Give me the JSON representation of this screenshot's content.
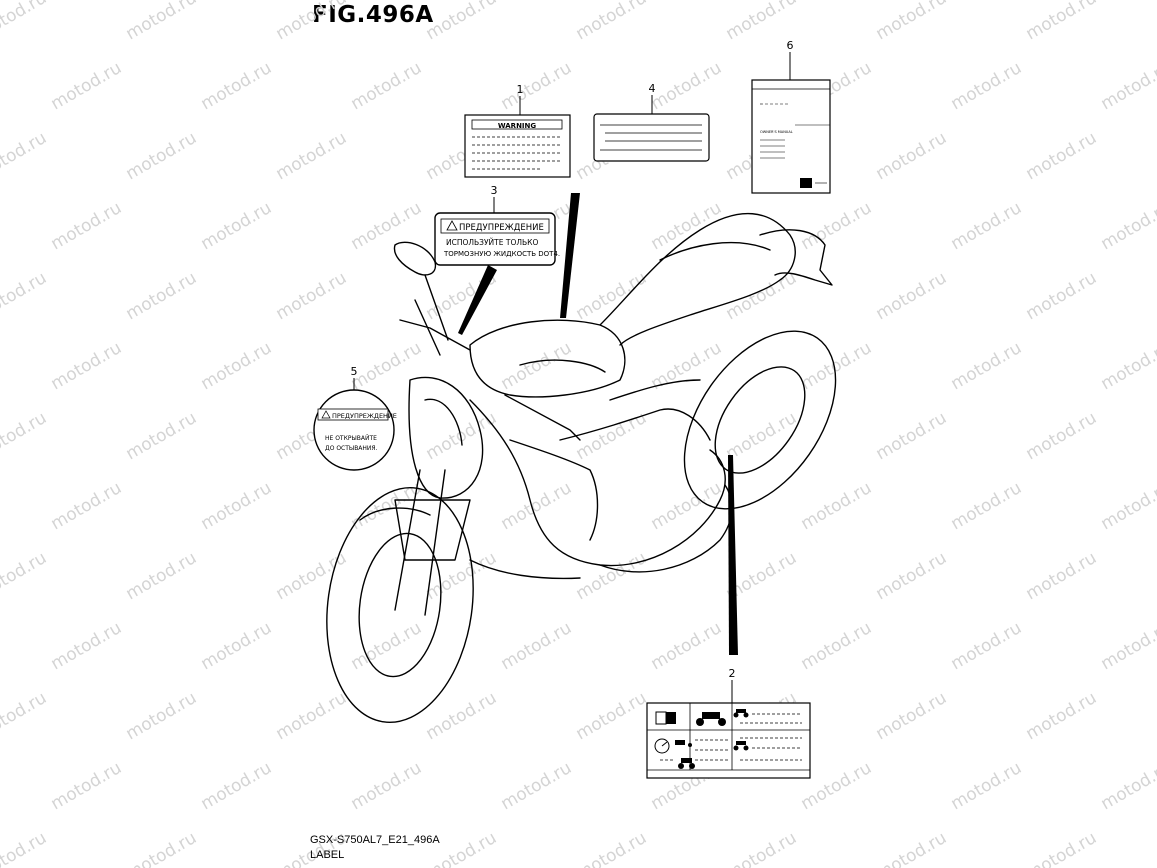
{
  "figure": {
    "title": "FIG.496A",
    "code": "GSX-S750AL7_E21_496A",
    "name": "LABEL"
  },
  "watermark": "motod.ru",
  "callouts": [
    {
      "number": "1",
      "part": "warning-label"
    },
    {
      "number": "2",
      "part": "tire-info-label"
    },
    {
      "number": "3",
      "part": "brake-fluid-warning-label"
    },
    {
      "number": "4",
      "part": "info-label"
    },
    {
      "number": "5",
      "part": "fuel-cap-warning-label"
    },
    {
      "number": "6",
      "part": "owners-manual"
    }
  ],
  "labels": {
    "warning_header": "WARNING",
    "brake_header": "ПРЕДУПРЕЖДЕНИЕ",
    "brake_line1": "ИСПОЛЬЗУЙТЕ ТОЛЬКО",
    "brake_line2": "ТОРМОЗНУЮ ЖИДКОСТЬ DOT4.",
    "cap_header": "ПРЕДУПРЕЖДЕНИЕ",
    "cap_line1": "НЕ ОТКРЫВАЙТЕ",
    "cap_line2": "ДО ОСТЫВАНИЯ.",
    "manual_title": "OWNER'S MANUAL"
  }
}
